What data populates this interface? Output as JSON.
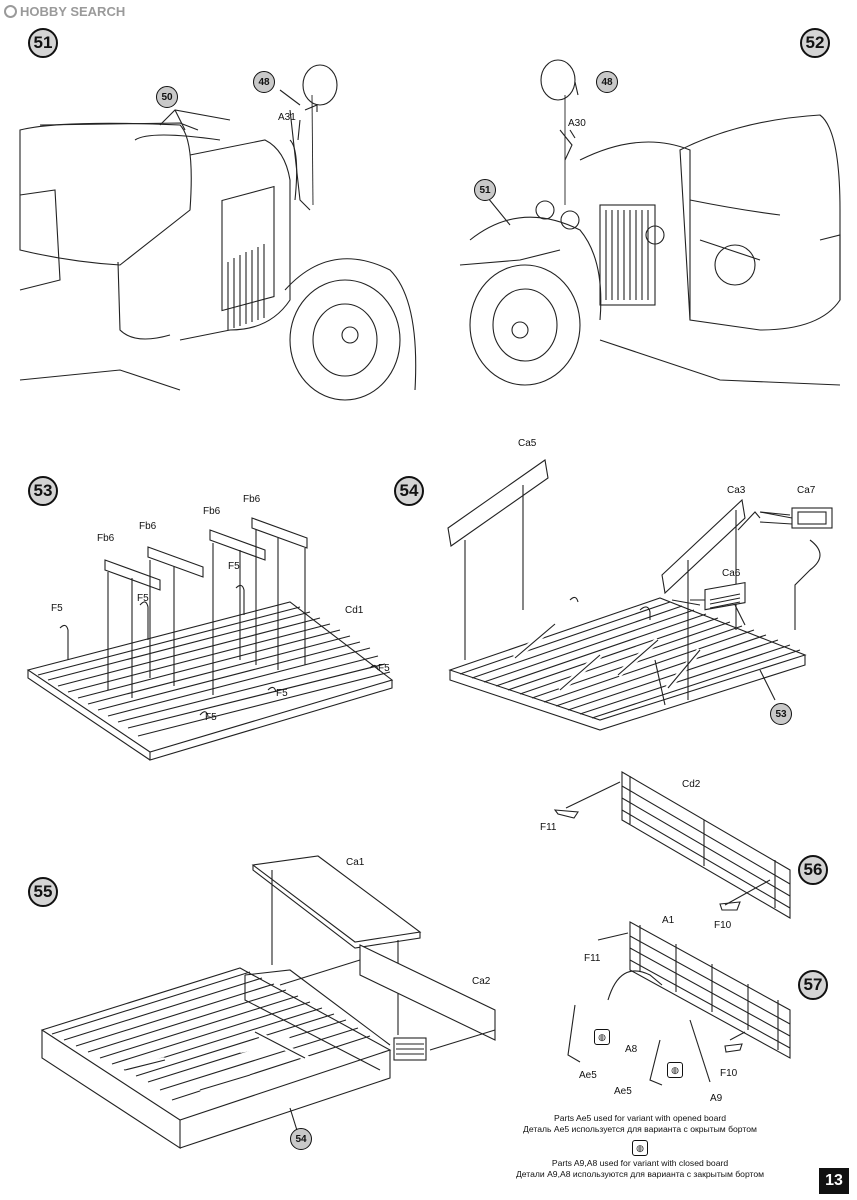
{
  "watermark": "HOBBY SEARCH",
  "page_number": "13",
  "steps": {
    "s51": "51",
    "s52": "52",
    "s53": "53",
    "s54": "54",
    "s55": "55",
    "s56": "56",
    "s57": "57"
  },
  "callouts": {
    "c50": "50",
    "c48a": "48",
    "c48b": "48",
    "c51": "51",
    "c53": "53",
    "c54": "54"
  },
  "labels": {
    "a31": "A31",
    "a30": "A30",
    "fb6_1": "Fb6",
    "fb6_2": "Fb6",
    "fb6_3": "Fb6",
    "fb6_4": "Fb6",
    "f5_1": "F5",
    "f5_2": "F5",
    "f5_3": "F5",
    "f5_4": "F5",
    "f5_5": "F5",
    "f5_6": "F5",
    "cd1": "Cd1",
    "ca5": "Ca5",
    "ca3": "Ca3",
    "ca7": "Ca7",
    "ca6": "Ca6",
    "cd2": "Cd2",
    "f11_1": "F11",
    "f10_1": "F10",
    "ca1": "Ca1",
    "ca2": "Ca2",
    "a1": "A1",
    "f11_2": "F11",
    "a8": "A8",
    "ae5_1": "Ae5",
    "ae5_2": "Ae5",
    "a9": "A9",
    "f10_2": "F10"
  },
  "notes": {
    "n1_en": "Parts Ae5 used for variant with opened board",
    "n1_ru": "Деталь Ae5 используется для варианта с окрытым бортом",
    "n2_en": "Parts A9,A8 used for variant with closed board",
    "n2_ru": "Детали А9,А8 используются для варианта с закрытым бортом"
  }
}
